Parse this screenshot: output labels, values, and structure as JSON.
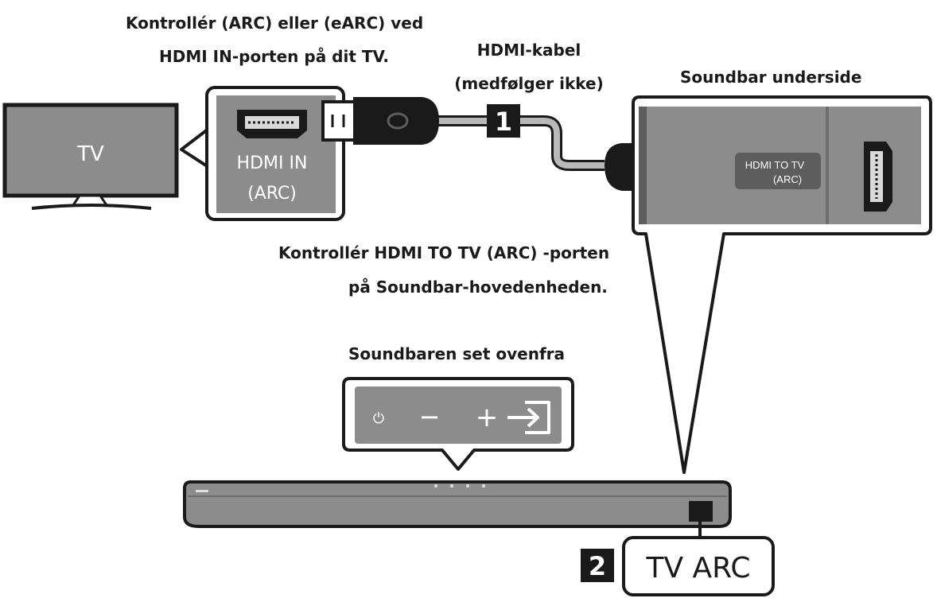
{
  "labels": {
    "tv_port_line1": "Kontrollér (ARC) eller (eARC) ved",
    "tv_port_line2": "HDMI IN-porten på dit TV.",
    "cable_line1": "HDMI-kabel",
    "cable_line2": "(medfølger ikke)",
    "soundbar_bottom": "Soundbar underside",
    "soundbar_port_line1": "Kontrollér HDMI TO TV (ARC) -porten",
    "soundbar_port_line2": "på Soundbar-hovedenheden.",
    "soundbar_top": "Soundbaren set ovenfra"
  },
  "tv": {
    "screen_text": "TV"
  },
  "tv_port": {
    "line1": "HDMI IN",
    "line2": "(ARC)"
  },
  "soundbar_port": {
    "line1": "HDMI TO TV",
    "line2": "(ARC)"
  },
  "steps": [
    {
      "number": "1"
    },
    {
      "number": "2",
      "indicator": "TV ARC"
    }
  ],
  "top_panel": {
    "buttons": [
      {
        "icon": "power-icon",
        "glyph": "⏻"
      },
      {
        "icon": "minus-icon",
        "glyph": "−"
      },
      {
        "icon": "plus-icon",
        "glyph": "+"
      },
      {
        "icon": "input-source-icon"
      }
    ]
  },
  "colors": {
    "panel_fill": "#8c8c8c",
    "panel_dark": "#5d5d5d",
    "outline": "#1a1a1a",
    "cable": "#b9b9b9"
  }
}
